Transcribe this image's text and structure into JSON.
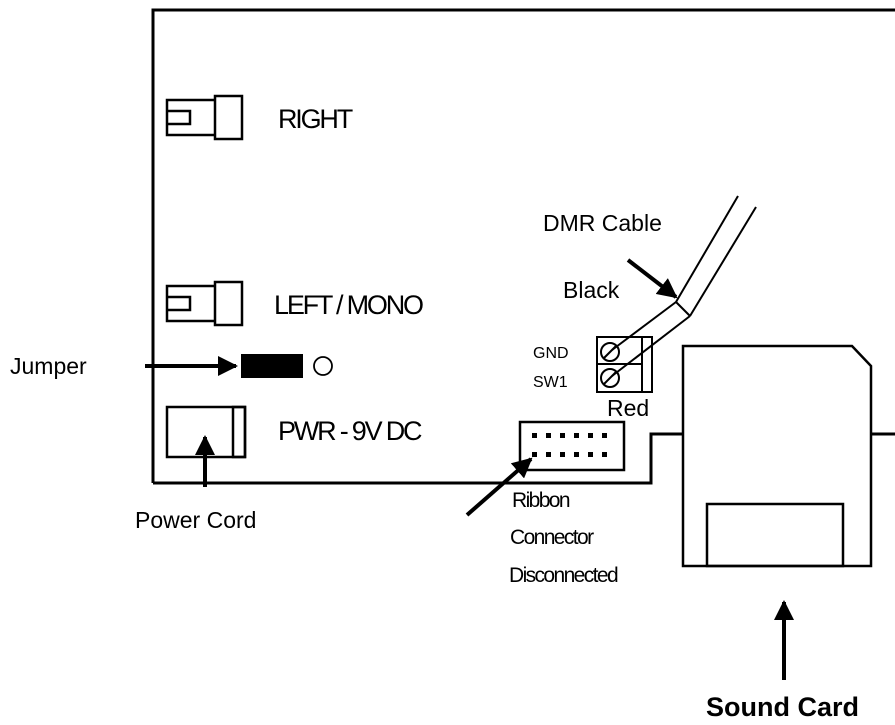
{
  "labels": {
    "right": "RIGHT",
    "left_mono": "LEFT / MONO",
    "pwr": "PWR - 9V DC",
    "jumper": "Jumper",
    "power_cord": "Power Cord",
    "dmr_cable": "DMR Cable",
    "black": "Black",
    "red": "Red",
    "gnd": "GND",
    "sw1": "SW1",
    "ribbon_1": "Ribbon",
    "ribbon_2": "Connector",
    "ribbon_3": "Disconnected",
    "sound_card": "Sound Card"
  }
}
